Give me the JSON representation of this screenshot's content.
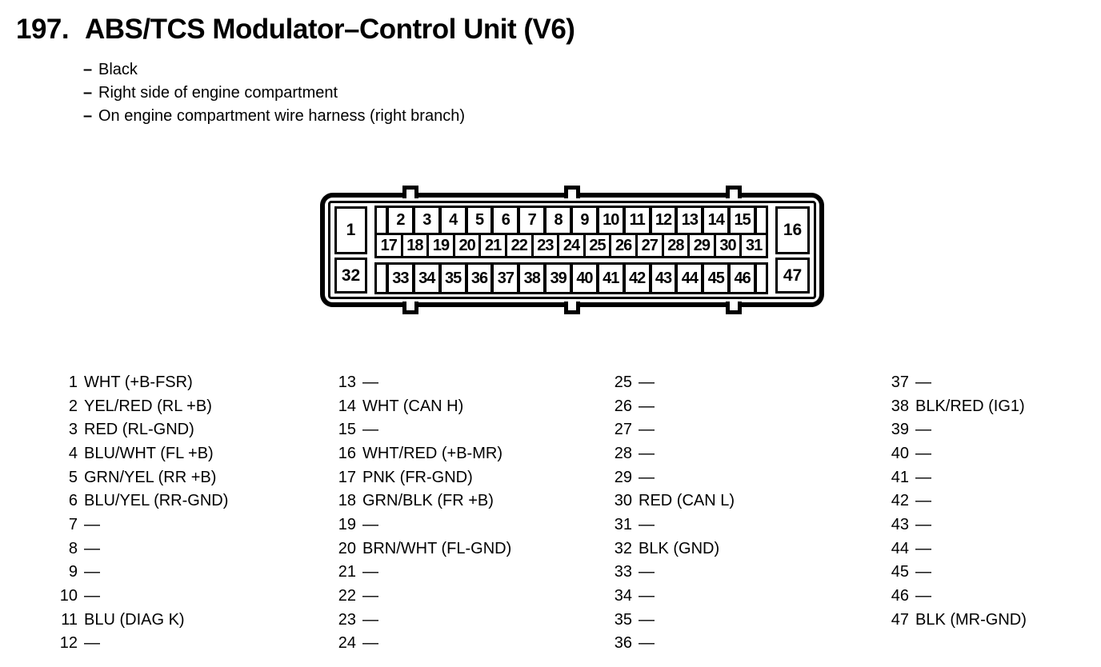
{
  "header": {
    "number": "197.",
    "title": "ABS/TCS Modulator–Control Unit (V6)",
    "notes": [
      {
        "dash": "–",
        "text": "Black"
      },
      {
        "dash": "–",
        "text": "Right side of engine compartment"
      },
      {
        "dash": "–",
        "text": "On engine compartment wire harness (right branch)"
      }
    ]
  },
  "connector": {
    "cell_1": "1",
    "cell_16": "16",
    "cell_32": "32",
    "cell_47": "47",
    "row_top": [
      "2",
      "3",
      "4",
      "5",
      "6",
      "7",
      "8",
      "9",
      "10",
      "11",
      "12",
      "13",
      "14",
      "15"
    ],
    "row_mid": [
      "17",
      "18",
      "19",
      "20",
      "21",
      "22",
      "23",
      "24",
      "25",
      "26",
      "27",
      "28",
      "29",
      "30",
      "31"
    ],
    "row_bottom": [
      "33",
      "34",
      "35",
      "36",
      "37",
      "38",
      "39",
      "40",
      "41",
      "42",
      "43",
      "44",
      "45",
      "46"
    ]
  },
  "pin_list": {
    "col1": [
      {
        "num": "1",
        "desc": "WHT (+B-FSR)"
      },
      {
        "num": "2",
        "desc": "YEL/RED (RL +B)"
      },
      {
        "num": "3",
        "desc": "RED (RL-GND)"
      },
      {
        "num": "4",
        "desc": "BLU/WHT (FL +B)"
      },
      {
        "num": "5",
        "desc": "GRN/YEL (RR +B)"
      },
      {
        "num": "6",
        "desc": "BLU/YEL (RR-GND)"
      },
      {
        "num": "7",
        "desc": "—"
      },
      {
        "num": "8",
        "desc": "—"
      },
      {
        "num": "9",
        "desc": "—"
      },
      {
        "num": "10",
        "desc": "—"
      },
      {
        "num": "11",
        "desc": "BLU (DIAG K)"
      },
      {
        "num": "12",
        "desc": "—"
      }
    ],
    "col2": [
      {
        "num": "13",
        "desc": "—"
      },
      {
        "num": "14",
        "desc": "WHT (CAN H)"
      },
      {
        "num": "15",
        "desc": "—"
      },
      {
        "num": "16",
        "desc": "WHT/RED (+B-MR)"
      },
      {
        "num": "17",
        "desc": "PNK (FR-GND)"
      },
      {
        "num": "18",
        "desc": "GRN/BLK (FR +B)"
      },
      {
        "num": "19",
        "desc": "—"
      },
      {
        "num": "20",
        "desc": "BRN/WHT (FL-GND)"
      },
      {
        "num": "21",
        "desc": "—"
      },
      {
        "num": "22",
        "desc": "—"
      },
      {
        "num": "23",
        "desc": "—"
      },
      {
        "num": "24",
        "desc": "—"
      }
    ],
    "col3": [
      {
        "num": "25",
        "desc": "—"
      },
      {
        "num": "26",
        "desc": "—"
      },
      {
        "num": "27",
        "desc": "—"
      },
      {
        "num": "28",
        "desc": "—"
      },
      {
        "num": "29",
        "desc": "—"
      },
      {
        "num": "30",
        "desc": "RED (CAN L)"
      },
      {
        "num": "31",
        "desc": "—"
      },
      {
        "num": "32",
        "desc": "BLK (GND)"
      },
      {
        "num": "33",
        "desc": "—"
      },
      {
        "num": "34",
        "desc": "—"
      },
      {
        "num": "35",
        "desc": "—"
      },
      {
        "num": "36",
        "desc": "—"
      }
    ],
    "col4": [
      {
        "num": "37",
        "desc": "—"
      },
      {
        "num": "38",
        "desc": "BLK/RED (IG1)"
      },
      {
        "num": "39",
        "desc": "—"
      },
      {
        "num": "40",
        "desc": "—"
      },
      {
        "num": "41",
        "desc": "—"
      },
      {
        "num": "42",
        "desc": "—"
      },
      {
        "num": "43",
        "desc": "—"
      },
      {
        "num": "44",
        "desc": "—"
      },
      {
        "num": "45",
        "desc": "—"
      },
      {
        "num": "46",
        "desc": "—"
      },
      {
        "num": "47",
        "desc": "BLK (MR-GND)"
      }
    ]
  },
  "colors": {
    "ink": "#000000",
    "paper": "#ffffff"
  }
}
